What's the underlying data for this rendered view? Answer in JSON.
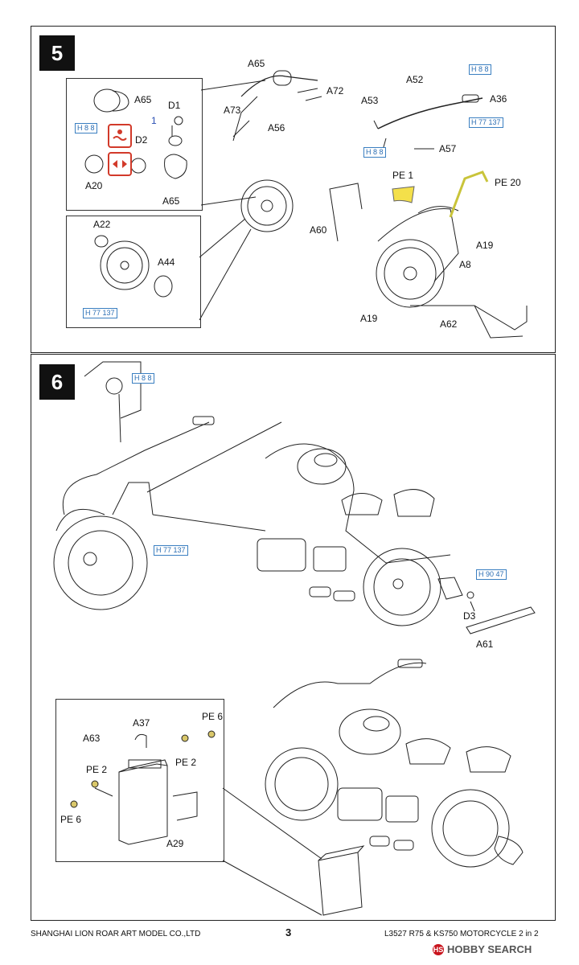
{
  "step5": {
    "number": "5",
    "labels": {
      "a65_top": "A65",
      "a72": "A72",
      "a73": "A73",
      "a56": "A56",
      "a52": "A52",
      "a53": "A53",
      "a36": "A36",
      "a57": "A57",
      "pe1": "PE 1",
      "pe20": "PE 20",
      "a60": "A60",
      "a19_right": "A19",
      "a8": "A8",
      "a19_bottom": "A19",
      "a62": "A62"
    },
    "codes": {
      "h88_right": "H 8 8",
      "h77137_right": "H 77 137",
      "h88_left": "H 8 8"
    },
    "inset_lights": {
      "a65_a": "A65",
      "d1": "D1",
      "num1": "1",
      "d2": "D2",
      "a20": "A20",
      "a65_b": "A65",
      "h88": "H 8 8"
    },
    "inset_wheel": {
      "a22": "A22",
      "a44": "A44",
      "h77137": "H 77 137"
    }
  },
  "step6": {
    "number": "6",
    "codes": {
      "h88": "H 8 8",
      "h77137": "H 77 137",
      "h9047": "H 90 47"
    },
    "labels": {
      "d3": "D3",
      "a61": "A61"
    },
    "inset_box": {
      "a37": "A37",
      "pe6_top": "PE 6",
      "a63": "A63",
      "pe2_right": "PE 2",
      "pe2_left": "PE 2",
      "pe6_left": "PE 6",
      "a29": "A29"
    }
  },
  "footer": {
    "company": "SHANGHAI LION ROAR ART MODEL CO.,LTD",
    "page": "3",
    "product": "L3527 R75 & KS750 MOTORCYCLE 2 in 2"
  },
  "watermark": {
    "brand": "HOBBY SEARCH"
  }
}
